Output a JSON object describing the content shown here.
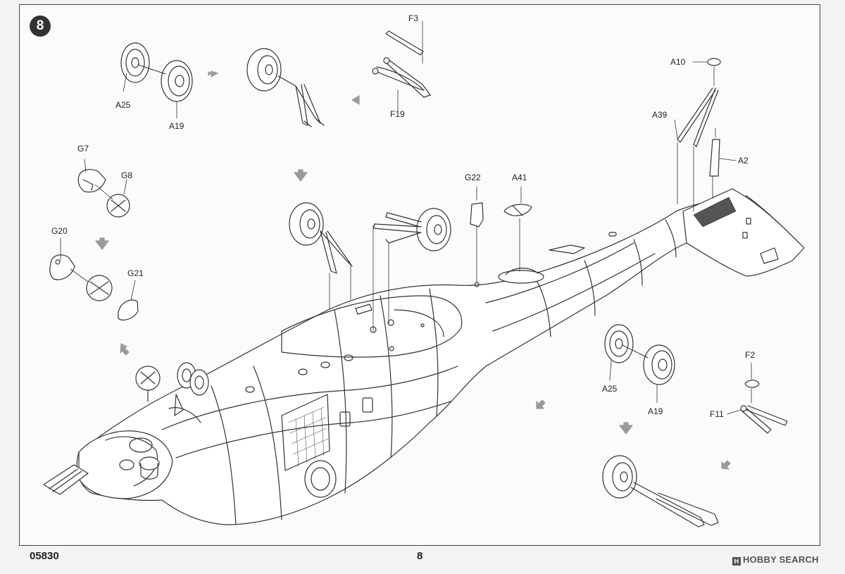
{
  "step_number": "8",
  "footer": {
    "doc_code": "05830",
    "page_number": "8",
    "watermark": "HOBBY SEARCH"
  },
  "parts": {
    "a25_top": "A25",
    "a19_top": "A19",
    "f3": "F3",
    "f19": "F19",
    "g7": "G7",
    "g8": "G8",
    "g20": "G20",
    "g21": "G21",
    "g22": "G22",
    "a41": "A41",
    "a10": "A10",
    "a39": "A39",
    "a2": "A2",
    "a25_right": "A25",
    "a19_right": "A19",
    "f2": "F2",
    "f11": "F11"
  },
  "colors": {
    "line": "#333333",
    "arrow": "#9a9a9a",
    "body_fill": "#ffffff"
  }
}
